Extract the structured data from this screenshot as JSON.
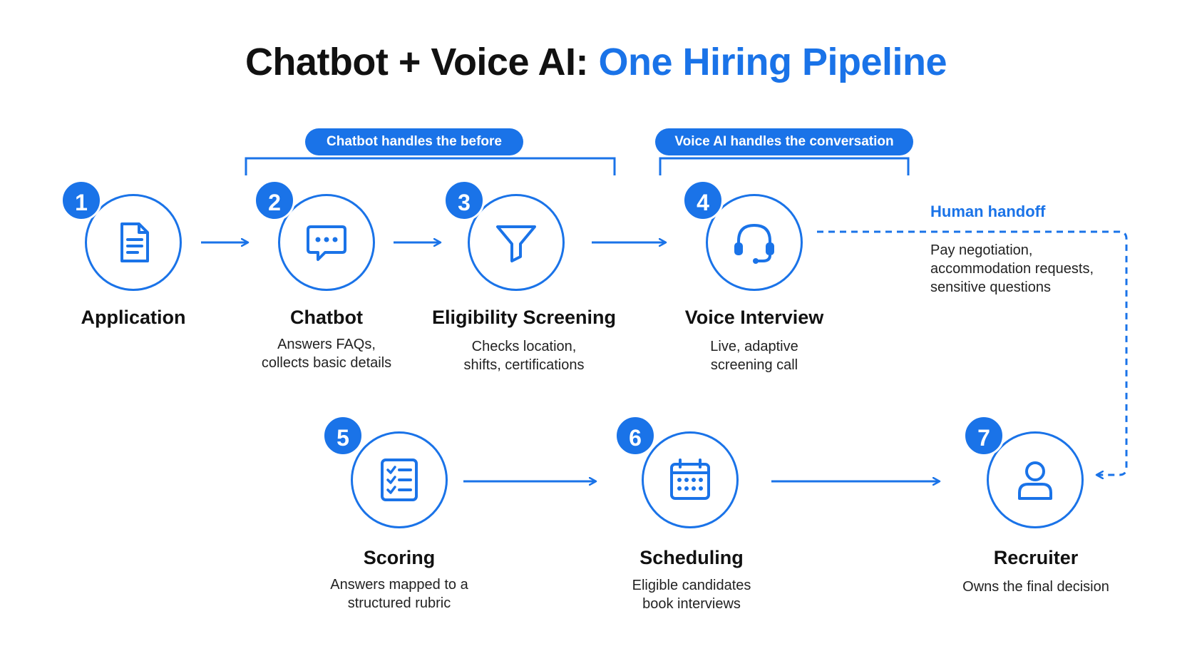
{
  "title": {
    "part1": "Chatbot + Voice AI: ",
    "part2": "One Hiring Pipeline"
  },
  "brackets": {
    "chatbot": "Chatbot handles the before",
    "voice": "Voice AI handles the conversation"
  },
  "handoff": {
    "title": "Human handoff",
    "description": "Pay negotiation, accommodation requests, sensitive questions"
  },
  "steps": [
    {
      "number": "1",
      "label": "Application",
      "description": "",
      "icon": "document-icon"
    },
    {
      "number": "2",
      "label": "Chatbot",
      "description": "Answers FAQs, collects basic details",
      "icon": "chat-bubble-icon"
    },
    {
      "number": "3",
      "label": "Eligibility Screening",
      "description": "Checks location, shifts, certifications",
      "icon": "funnel-icon"
    },
    {
      "number": "4",
      "label": "Voice Interview",
      "description": "Live, adaptive screening call",
      "icon": "headset-icon"
    },
    {
      "number": "5",
      "label": "Scoring",
      "description": "Answers mapped to a structured rubric",
      "icon": "checklist-icon"
    },
    {
      "number": "6",
      "label": "Scheduling",
      "description": "Eligible candidates book interviews",
      "icon": "calendar-icon"
    },
    {
      "number": "7",
      "label": "Recruiter",
      "description": "Owns the final decision",
      "icon": "person-icon"
    }
  ],
  "colors": {
    "accent": "#1a73e8",
    "text": "#111111"
  }
}
